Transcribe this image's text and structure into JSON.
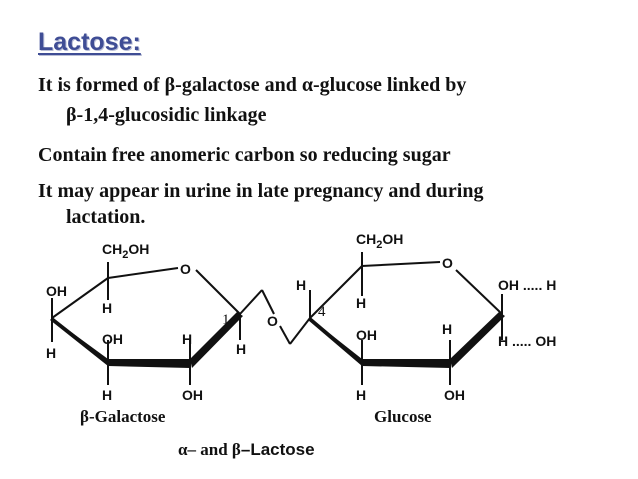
{
  "title": "Lactose:",
  "bullets": [
    "It is formed of β-galactose and α-glucose linked by",
    "β-1,4-glucosidic linkage",
    "Contain free anomeric carbon so reducing sugar",
    "It may appear in urine in late pregnancy and during",
    "lactation."
  ],
  "diagram": {
    "galactose": {
      "ch2oh": "CH",
      "ch2oh_sub": "2",
      "ch2oh_tail": "OH",
      "ring_o": "O",
      "c4_oh": "OH",
      "c4_h": "H",
      "c5_h": "H",
      "c3_oh": "OH",
      "c2_h": "H",
      "c1_h": "H",
      "c3_h": "H",
      "c2_oh": "OH",
      "c1_num": "1",
      "caption_greek": "β",
      "caption_rest": "-Galactose"
    },
    "bridge_o": "O",
    "glucose": {
      "ch2oh": "CH",
      "ch2oh_sub": "2",
      "ch2oh_tail": "OH",
      "ring_o": "O",
      "c4_h_top": "H",
      "c4_num": "4",
      "c5_h": "H",
      "c3_oh": "OH",
      "c2_h": "H",
      "c1_oh": "OH ..... H",
      "c1_h": "H ..... OH",
      "c3_h": "H",
      "c2_oh": "OH",
      "caption": "Glucose"
    },
    "bottom_caption": {
      "alpha": "α–",
      "and": " and ",
      "beta": "β",
      "rest": "–Lactose"
    }
  },
  "colors": {
    "title": "#3f4d95",
    "text": "#111111"
  }
}
